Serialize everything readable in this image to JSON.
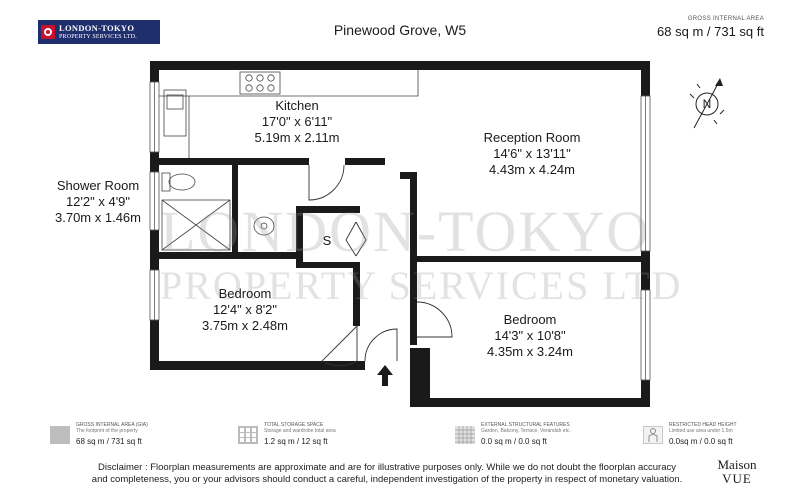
{
  "header": {
    "logo_line1": "LONDON-TOKYO",
    "logo_line2": "PROPERTY SERVICES LTD.",
    "title": "Pinewood Grove, W5",
    "gia_label": "GROSS INTERNAL AREA",
    "gia_value": "68 sq m / 731 sq ft"
  },
  "compass": {
    "letter": "N"
  },
  "rooms": {
    "kitchen": {
      "name": "Kitchen",
      "imperial": "17'0\" x 6'11\"",
      "metric": "5.19m x 2.11m"
    },
    "reception": {
      "name": "Reception Room",
      "imperial": "14'6\" x 13'11\"",
      "metric": "4.43m x 4.24m"
    },
    "shower": {
      "name": "Shower Room",
      "imperial": "12'2\" x 4'9\"",
      "metric": "3.70m x 1.46m"
    },
    "bedroom1": {
      "name": "Bedroom",
      "imperial": "12'4\" x 8'2\"",
      "metric": "3.75m x 2.48m"
    },
    "bedroom2": {
      "name": "Bedroom",
      "imperial": "14'3\" x 10'8\"",
      "metric": "4.35m x 3.24m"
    },
    "storage": {
      "name": "S"
    }
  },
  "watermark": {
    "line1": "LONDON-TOKYO",
    "line2": "PROPERTY SERVICES LTD"
  },
  "legend": [
    {
      "title": "GROSS INTERNAL AREA (GIA)",
      "desc": "The footprint of the property",
      "value": "68 sq m / 731 sq ft",
      "color": "#bdbdbd"
    },
    {
      "title": "TOTAL STORAGE SPACE",
      "desc": "Storage and wardrobe total area",
      "value": "1.2 sq m / 12 sq ft",
      "color": "#9a9a9a"
    },
    {
      "title": "EXTERNAL STRUCTURAL FEATURES",
      "desc": "Garden, Balcony, Terrace, Verandah etc.",
      "value": "0.0 sq m / 0.0 sq ft",
      "color": "#d2d2d2"
    },
    {
      "title": "RESTRICTED HEAD HEIGHT",
      "desc": "Limited use area under 1.5m",
      "value": "0.0sq m / 0.0 sq ft",
      "color": "#eeeeee"
    }
  ],
  "footer": {
    "disclaimer_line1": "Disclaimer : Floorplan measurements are approximate and are for illustrative purposes only. While we do not doubt the floorplan accuracy",
    "disclaimer_line2": "and completeness, you or your advisors should conduct a careful, independent investigation of the property in respect of monetary valuation.",
    "brand_line1": "Maison",
    "brand_line2": "VUE"
  },
  "colors": {
    "wall": "#1a1a1a",
    "logo_bg": "#1f2f6e",
    "logo_accent": "#c8102e",
    "floor": "#ffffff"
  }
}
